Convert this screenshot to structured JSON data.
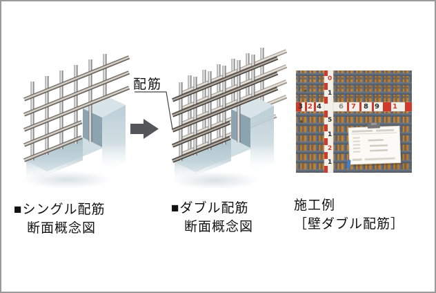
{
  "frame": {
    "border_color": "#9a9a9a",
    "background_color": "#ffffff"
  },
  "diagram_single": {
    "caption_line1": "■シングル配筋",
    "caption_line2": "断面概念図"
  },
  "diagram_double": {
    "caption_line1": "■ダブル配筋",
    "caption_line2": "断面概念図",
    "annotation_label": "配筋"
  },
  "transition_arrow": {
    "direction": "right",
    "color": "#55565a"
  },
  "photo_example": {
    "caption_line1": "施工例",
    "caption_line2": "［壁ダブル配筋］",
    "horizontal_tape_digits": [
      "3",
      "2",
      "4",
      "6",
      "7",
      "8",
      "9",
      "1"
    ],
    "vertical_staff_digits": [
      "0",
      "1",
      "5",
      "1",
      "2",
      "1"
    ],
    "colors": {
      "formwork_orange": "#bf7d32",
      "rebar_gray": "#5a6470",
      "tape_red": "#cf3a2c",
      "tape_white": "#f3f0e9",
      "signboard_white": "#fbfaf6"
    }
  },
  "illustration": {
    "colors": {
      "wall_top": "#d8e4e8",
      "wall_front": "#b9cdd5",
      "wall_cut_face": "#8ca4af",
      "rebar_silver": "#c9c9c9",
      "rebar_dark_front": "#4a433d",
      "rebar_light_back": "#d9d3ca"
    }
  }
}
